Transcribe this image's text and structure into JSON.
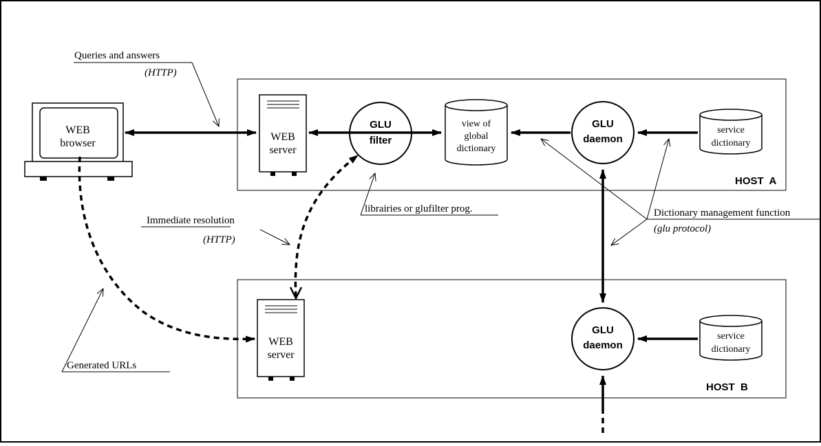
{
  "labels": {
    "queries": "Queries and answers",
    "queries_http": "(HTTP)",
    "web_browser_1": "WEB",
    "web_browser_2": "browser",
    "web_server_a_1": "WEB",
    "web_server_a_2": "server",
    "glu_filter_1": "GLU",
    "glu_filter_2": "filter",
    "view_1": "view of",
    "view_2": "global",
    "view_3": "dictionary",
    "glu_daemon_a_1": "GLU",
    "glu_daemon_a_2": "daemon",
    "service_dict_a_1": "service",
    "service_dict_a_2": "dictionary",
    "host_a": "HOST  A",
    "libraries": "librairies or glufilter prog.",
    "immediate": "Immediate resolution",
    "immediate_http": "(HTTP)",
    "dict_mgmt": "Dictionary management function",
    "glu_protocol": "(glu protocol)",
    "web_server_b_1": "WEB",
    "web_server_b_2": "server",
    "glu_daemon_b_1": "GLU",
    "glu_daemon_b_2": "daemon",
    "service_dict_b_1": "service",
    "service_dict_b_2": "dictionary",
    "host_b": "HOST  B",
    "generated_urls": "Generated URLs"
  },
  "colors": {
    "stroke": "#000000",
    "background": "#ffffff"
  }
}
